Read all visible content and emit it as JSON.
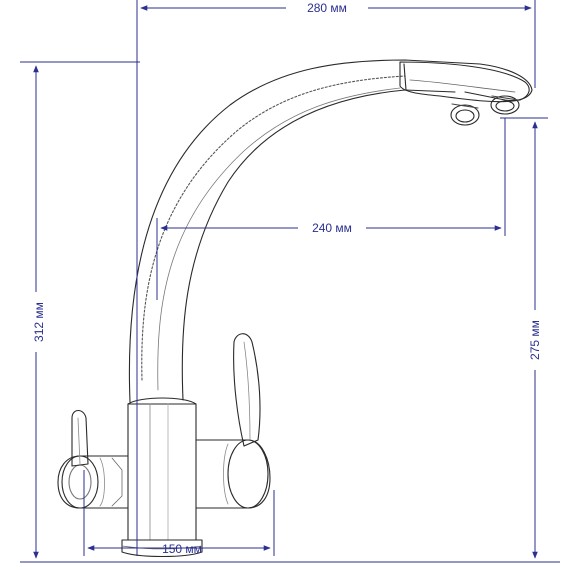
{
  "dimensions": {
    "width_total": "280 мм",
    "spout_reach": "240 мм",
    "total_height": "312 мм",
    "spout_height": "275 мм",
    "base_width": "150 мм"
  },
  "colors": {
    "dimension_line": "#2b2f8f",
    "faucet_outline": "#2a2a2a",
    "background": "#ffffff"
  }
}
